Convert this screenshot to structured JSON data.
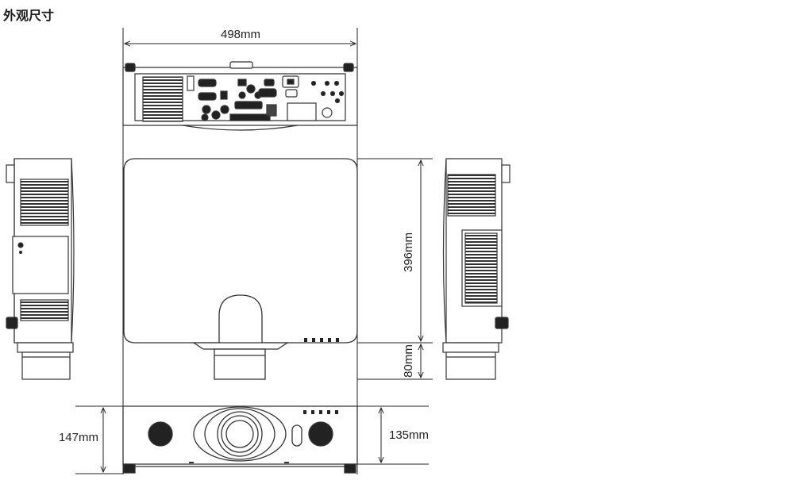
{
  "page": {
    "title": "外观尺寸"
  },
  "dimensions": {
    "width": "498mm",
    "depth": "396mm",
    "lens_protrusion": "80mm",
    "height_with_feet": "147mm",
    "height_body": "135mm"
  },
  "colors": {
    "line": "#222222",
    "body_outline": "#333333",
    "vent": "#444444",
    "background": "#ffffff"
  }
}
